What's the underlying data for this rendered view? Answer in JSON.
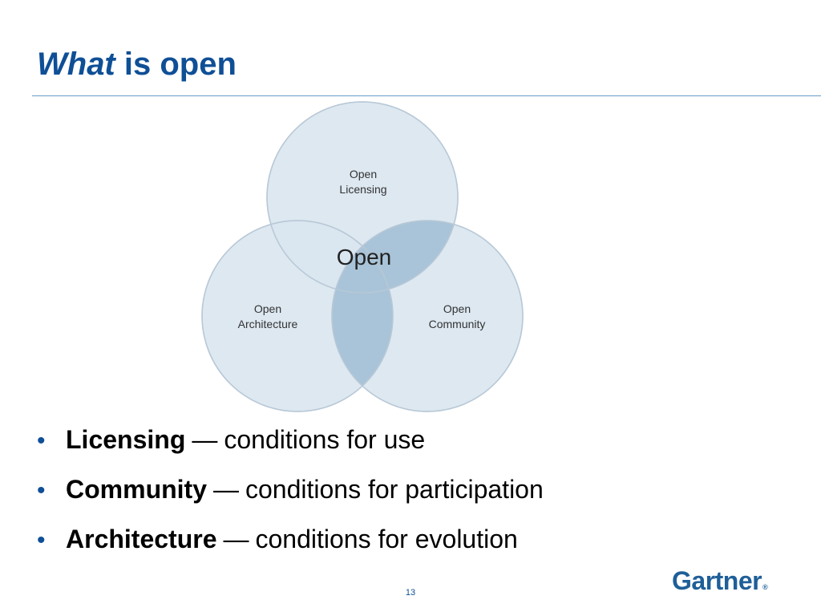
{
  "slide": {
    "title_emphasis": "What",
    "title_rest": "is open",
    "page_number": "13"
  },
  "diagram": {
    "top_label": [
      "Open",
      "Licensing"
    ],
    "left_label": [
      "Open",
      "Architecture"
    ],
    "right_label": [
      "Open",
      "Community"
    ],
    "center_label": "Open",
    "circle_color": "#d9e6f0",
    "circle_stroke": "#c5d3de",
    "overlap_color": "#a9c4d8"
  },
  "bullets": [
    {
      "term": "Licensing",
      "dash": "—",
      "desc": "conditions for use"
    },
    {
      "term": "Community",
      "dash": "—",
      "desc": "conditions for participation"
    },
    {
      "term": "Architecture",
      "dash": "—",
      "desc": "conditions for evolution"
    }
  ],
  "logo": {
    "text": "Gartner",
    "mark": "®"
  },
  "colors": {
    "title": "#0f4f96",
    "rule": "#6a9ec6",
    "logo": "#1f5f98"
  }
}
